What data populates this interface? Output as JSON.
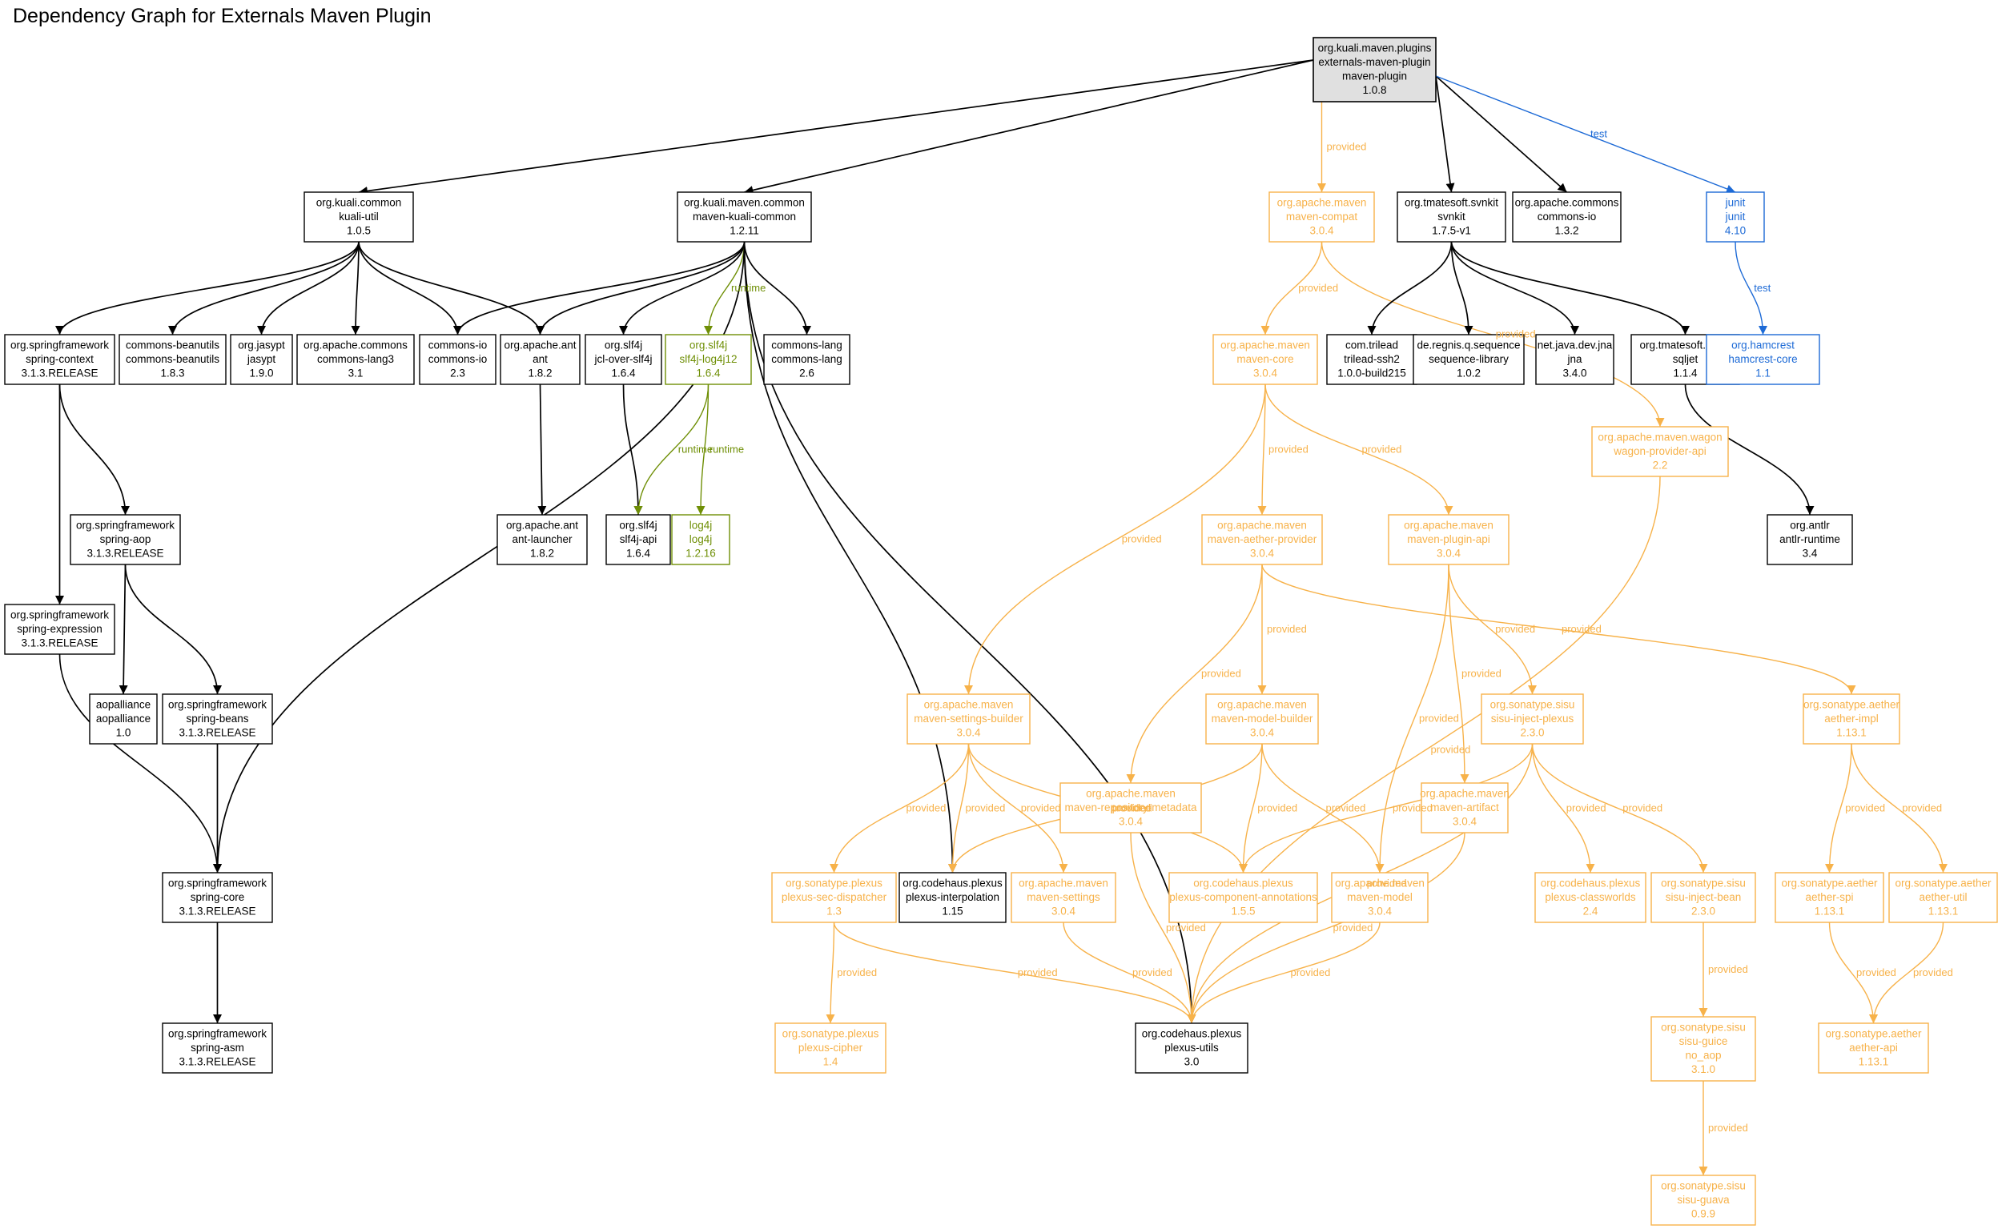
{
  "title": "Dependency Graph for Externals Maven Plugin",
  "colors": {
    "compile": "#000000",
    "provided": "#f7b24a",
    "runtime": "#6f8f06",
    "test": "#1d6ad6",
    "root_fill": "#e0e0e0"
  },
  "nodes": [
    {
      "id": "root",
      "scope": "root",
      "lines": [
        "org.kuali.maven.plugins",
        "externals-maven-plugin",
        "maven-plugin",
        "1.0.8"
      ]
    },
    {
      "id": "kuali-util",
      "scope": "compile",
      "lines": [
        "org.kuali.common",
        "kuali-util",
        "1.0.5"
      ]
    },
    {
      "id": "maven-kuali-common",
      "scope": "compile",
      "lines": [
        "org.kuali.maven.common",
        "maven-kuali-common",
        "1.2.11"
      ]
    },
    {
      "id": "maven-compat",
      "scope": "provided",
      "lines": [
        "org.apache.maven",
        "maven-compat",
        "3.0.4"
      ]
    },
    {
      "id": "svnkit",
      "scope": "compile",
      "lines": [
        "org.tmatesoft.svnkit",
        "svnkit",
        "1.7.5-v1"
      ]
    },
    {
      "id": "commons-io-132",
      "scope": "compile",
      "lines": [
        "org.apache.commons",
        "commons-io",
        "1.3.2"
      ]
    },
    {
      "id": "junit",
      "scope": "test",
      "lines": [
        "junit",
        "junit",
        "4.10"
      ]
    },
    {
      "id": "spring-context",
      "scope": "compile",
      "lines": [
        "org.springframework",
        "spring-context",
        "3.1.3.RELEASE"
      ]
    },
    {
      "id": "commons-beanutils",
      "scope": "compile",
      "lines": [
        "commons-beanutils",
        "commons-beanutils",
        "1.8.3"
      ]
    },
    {
      "id": "jasypt",
      "scope": "compile",
      "lines": [
        "org.jasypt",
        "jasypt",
        "1.9.0"
      ]
    },
    {
      "id": "commons-lang3",
      "scope": "compile",
      "lines": [
        "org.apache.commons",
        "commons-lang3",
        "3.1"
      ]
    },
    {
      "id": "commons-io-23",
      "scope": "compile",
      "lines": [
        "commons-io",
        "commons-io",
        "2.3"
      ]
    },
    {
      "id": "ant",
      "scope": "compile",
      "lines": [
        "org.apache.ant",
        "ant",
        "1.8.2"
      ]
    },
    {
      "id": "jcl-over-slf4j",
      "scope": "compile",
      "lines": [
        "org.slf4j",
        "jcl-over-slf4j",
        "1.6.4"
      ]
    },
    {
      "id": "slf4j-log4j12",
      "scope": "runtime",
      "lines": [
        "org.slf4j",
        "slf4j-log4j12",
        "1.6.4"
      ]
    },
    {
      "id": "commons-lang",
      "scope": "compile",
      "lines": [
        "commons-lang",
        "commons-lang",
        "2.6"
      ]
    },
    {
      "id": "maven-core",
      "scope": "provided",
      "lines": [
        "org.apache.maven",
        "maven-core",
        "3.0.4"
      ]
    },
    {
      "id": "trilead-ssh2",
      "scope": "compile",
      "lines": [
        "com.trilead",
        "trilead-ssh2",
        "1.0.0-build215"
      ]
    },
    {
      "id": "sequence-library",
      "scope": "compile",
      "lines": [
        "de.regnis.q.sequence",
        "sequence-library",
        "1.0.2"
      ]
    },
    {
      "id": "jna",
      "scope": "compile",
      "lines": [
        "net.java.dev.jna",
        "jna",
        "3.4.0"
      ]
    },
    {
      "id": "sqljet",
      "scope": "compile",
      "lines": [
        "org.tmatesoft.sqljet",
        "sqljet",
        "1.1.4"
      ]
    },
    {
      "id": "hamcrest-core",
      "scope": "test",
      "lines": [
        "org.hamcrest",
        "hamcrest-core",
        "1.1"
      ]
    },
    {
      "id": "wagon-provider-api",
      "scope": "provided",
      "lines": [
        "org.apache.maven.wagon",
        "wagon-provider-api",
        "2.2"
      ]
    },
    {
      "id": "spring-aop",
      "scope": "compile",
      "lines": [
        "org.springframework",
        "spring-aop",
        "3.1.3.RELEASE"
      ]
    },
    {
      "id": "ant-launcher",
      "scope": "compile",
      "lines": [
        "org.apache.ant",
        "ant-launcher",
        "1.8.2"
      ]
    },
    {
      "id": "slf4j-api",
      "scope": "compile",
      "lines": [
        "org.slf4j",
        "slf4j-api",
        "1.6.4"
      ]
    },
    {
      "id": "log4j",
      "scope": "runtime",
      "lines": [
        "log4j",
        "log4j",
        "1.2.16"
      ]
    },
    {
      "id": "maven-aether-provider",
      "scope": "provided",
      "lines": [
        "org.apache.maven",
        "maven-aether-provider",
        "3.0.4"
      ]
    },
    {
      "id": "maven-plugin-api",
      "scope": "provided",
      "lines": [
        "org.apache.maven",
        "maven-plugin-api",
        "3.0.4"
      ]
    },
    {
      "id": "antlr-runtime",
      "scope": "compile",
      "lines": [
        "org.antlr",
        "antlr-runtime",
        "3.4"
      ]
    },
    {
      "id": "spring-expression",
      "scope": "compile",
      "lines": [
        "org.springframework",
        "spring-expression",
        "3.1.3.RELEASE"
      ]
    },
    {
      "id": "aopalliance",
      "scope": "compile",
      "lines": [
        "aopalliance",
        "aopalliance",
        "1.0"
      ]
    },
    {
      "id": "spring-beans",
      "scope": "compile",
      "lines": [
        "org.springframework",
        "spring-beans",
        "3.1.3.RELEASE"
      ]
    },
    {
      "id": "maven-settings-builder",
      "scope": "provided",
      "lines": [
        "org.apache.maven",
        "maven-settings-builder",
        "3.0.4"
      ]
    },
    {
      "id": "maven-model-builder",
      "scope": "provided",
      "lines": [
        "org.apache.maven",
        "maven-model-builder",
        "3.0.4"
      ]
    },
    {
      "id": "sisu-inject-plexus",
      "scope": "provided",
      "lines": [
        "org.sonatype.sisu",
        "sisu-inject-plexus",
        "2.3.0"
      ]
    },
    {
      "id": "aether-impl",
      "scope": "provided",
      "lines": [
        "org.sonatype.aether",
        "aether-impl",
        "1.13.1"
      ]
    },
    {
      "id": "maven-repository-metadata",
      "scope": "provided",
      "lines": [
        "org.apache.maven",
        "maven-repository-metadata",
        "3.0.4"
      ]
    },
    {
      "id": "maven-artifact",
      "scope": "provided",
      "lines": [
        "org.apache.maven",
        "maven-artifact",
        "3.0.4"
      ]
    },
    {
      "id": "spring-core",
      "scope": "compile",
      "lines": [
        "org.springframework",
        "spring-core",
        "3.1.3.RELEASE"
      ]
    },
    {
      "id": "plexus-sec-dispatcher",
      "scope": "provided",
      "lines": [
        "org.sonatype.plexus",
        "plexus-sec-dispatcher",
        "1.3"
      ]
    },
    {
      "id": "plexus-interpolation",
      "scope": "compile",
      "lines": [
        "org.codehaus.plexus",
        "plexus-interpolation",
        "1.15"
      ]
    },
    {
      "id": "maven-settings",
      "scope": "provided",
      "lines": [
        "org.apache.maven",
        "maven-settings",
        "3.0.4"
      ]
    },
    {
      "id": "plexus-component-annotations",
      "scope": "provided",
      "lines": [
        "org.codehaus.plexus",
        "plexus-component-annotations",
        "1.5.5"
      ]
    },
    {
      "id": "maven-model",
      "scope": "provided",
      "lines": [
        "org.apache.maven",
        "maven-model",
        "3.0.4"
      ]
    },
    {
      "id": "plexus-classworlds",
      "scope": "provided",
      "lines": [
        "org.codehaus.plexus",
        "plexus-classworlds",
        "2.4"
      ]
    },
    {
      "id": "sisu-inject-bean",
      "scope": "provided",
      "lines": [
        "org.sonatype.sisu",
        "sisu-inject-bean",
        "2.3.0"
      ]
    },
    {
      "id": "aether-spi",
      "scope": "provided",
      "lines": [
        "org.sonatype.aether",
        "aether-spi",
        "1.13.1"
      ]
    },
    {
      "id": "aether-util",
      "scope": "provided",
      "lines": [
        "org.sonatype.aether",
        "aether-util",
        "1.13.1"
      ]
    },
    {
      "id": "spring-asm",
      "scope": "compile",
      "lines": [
        "org.springframework",
        "spring-asm",
        "3.1.3.RELEASE"
      ]
    },
    {
      "id": "plexus-cipher",
      "scope": "provided",
      "lines": [
        "org.sonatype.plexus",
        "plexus-cipher",
        "1.4"
      ]
    },
    {
      "id": "plexus-utils",
      "scope": "compile",
      "lines": [
        "org.codehaus.plexus",
        "plexus-utils",
        "3.0"
      ]
    },
    {
      "id": "sisu-guice",
      "scope": "provided",
      "lines": [
        "org.sonatype.sisu",
        "sisu-guice",
        "no_aop",
        "3.1.0"
      ]
    },
    {
      "id": "aether-api",
      "scope": "provided",
      "lines": [
        "org.sonatype.aether",
        "aether-api",
        "1.13.1"
      ]
    },
    {
      "id": "sisu-guava",
      "scope": "provided",
      "lines": [
        "org.sonatype.sisu",
        "sisu-guava",
        "0.9.9"
      ]
    }
  ],
  "edges": [
    {
      "from": "root",
      "to": "kuali-util",
      "scope": "compile"
    },
    {
      "from": "root",
      "to": "maven-kuali-common",
      "scope": "compile"
    },
    {
      "from": "root",
      "to": "maven-compat",
      "scope": "provided",
      "label": "provided"
    },
    {
      "from": "root",
      "to": "svnkit",
      "scope": "compile"
    },
    {
      "from": "root",
      "to": "commons-io-132",
      "scope": "compile"
    },
    {
      "from": "root",
      "to": "junit",
      "scope": "test",
      "label": "test"
    },
    {
      "from": "kuali-util",
      "to": "spring-context",
      "scope": "compile"
    },
    {
      "from": "kuali-util",
      "to": "commons-beanutils",
      "scope": "compile"
    },
    {
      "from": "kuali-util",
      "to": "jasypt",
      "scope": "compile"
    },
    {
      "from": "kuali-util",
      "to": "commons-lang3",
      "scope": "compile"
    },
    {
      "from": "kuali-util",
      "to": "commons-io-23",
      "scope": "compile"
    },
    {
      "from": "kuali-util",
      "to": "ant",
      "scope": "compile"
    },
    {
      "from": "maven-kuali-common",
      "to": "commons-io-23",
      "scope": "compile"
    },
    {
      "from": "maven-kuali-common",
      "to": "ant",
      "scope": "compile"
    },
    {
      "from": "maven-kuali-common",
      "to": "jcl-over-slf4j",
      "scope": "compile"
    },
    {
      "from": "maven-kuali-common",
      "to": "slf4j-log4j12",
      "scope": "runtime",
      "label": "runtime"
    },
    {
      "from": "maven-kuali-common",
      "to": "commons-lang",
      "scope": "compile"
    },
    {
      "from": "maven-kuali-common",
      "to": "plexus-interpolation",
      "scope": "compile"
    },
    {
      "from": "maven-kuali-common",
      "to": "spring-core",
      "scope": "compile"
    },
    {
      "from": "maven-kuali-common",
      "to": "plexus-utils",
      "scope": "compile"
    },
    {
      "from": "maven-compat",
      "to": "maven-core",
      "scope": "provided",
      "label": "provided"
    },
    {
      "from": "maven-compat",
      "to": "wagon-provider-api",
      "scope": "provided",
      "label": "provided"
    },
    {
      "from": "svnkit",
      "to": "trilead-ssh2",
      "scope": "compile"
    },
    {
      "from": "svnkit",
      "to": "sequence-library",
      "scope": "compile"
    },
    {
      "from": "svnkit",
      "to": "jna",
      "scope": "compile"
    },
    {
      "from": "svnkit",
      "to": "sqljet",
      "scope": "compile"
    },
    {
      "from": "junit",
      "to": "hamcrest-core",
      "scope": "test",
      "label": "test"
    },
    {
      "from": "spring-context",
      "to": "spring-aop",
      "scope": "compile"
    },
    {
      "from": "spring-context",
      "to": "spring-expression",
      "scope": "compile"
    },
    {
      "from": "ant",
      "to": "ant-launcher",
      "scope": "compile"
    },
    {
      "from": "jcl-over-slf4j",
      "to": "slf4j-api",
      "scope": "compile"
    },
    {
      "from": "slf4j-log4j12",
      "to": "slf4j-api",
      "scope": "runtime",
      "label": "runtime"
    },
    {
      "from": "slf4j-log4j12",
      "to": "log4j",
      "scope": "runtime",
      "label": "runtime"
    },
    {
      "from": "maven-core",
      "to": "maven-settings-builder",
      "scope": "provided",
      "label": "provided"
    },
    {
      "from": "maven-core",
      "to": "maven-aether-provider",
      "scope": "provided",
      "label": "provided"
    },
    {
      "from": "maven-core",
      "to": "maven-plugin-api",
      "scope": "provided",
      "label": "provided"
    },
    {
      "from": "sqljet",
      "to": "antlr-runtime",
      "scope": "compile"
    },
    {
      "from": "wagon-provider-api",
      "to": "plexus-utils",
      "scope": "provided",
      "label": "provided"
    },
    {
      "from": "spring-aop",
      "to": "aopalliance",
      "scope": "compile"
    },
    {
      "from": "spring-aop",
      "to": "spring-beans",
      "scope": "compile"
    },
    {
      "from": "spring-expression",
      "to": "spring-core",
      "scope": "compile"
    },
    {
      "from": "spring-beans",
      "to": "spring-core",
      "scope": "compile"
    },
    {
      "from": "maven-aether-provider",
      "to": "maven-repository-metadata",
      "scope": "provided",
      "label": "provided"
    },
    {
      "from": "maven-aether-provider",
      "to": "maven-model-builder",
      "scope": "provided",
      "label": "provided"
    },
    {
      "from": "maven-aether-provider",
      "to": "aether-impl",
      "scope": "provided",
      "label": "provided"
    },
    {
      "from": "maven-plugin-api",
      "to": "maven-model",
      "scope": "provided",
      "label": "provided"
    },
    {
      "from": "maven-plugin-api",
      "to": "maven-artifact",
      "scope": "provided",
      "label": "provided"
    },
    {
      "from": "maven-plugin-api",
      "to": "sisu-inject-plexus",
      "scope": "provided",
      "label": "provided"
    },
    {
      "from": "maven-settings-builder",
      "to": "plexus-sec-dispatcher",
      "scope": "provided",
      "label": "provided"
    },
    {
      "from": "maven-settings-builder",
      "to": "plexus-interpolation",
      "scope": "provided",
      "label": "provided"
    },
    {
      "from": "maven-settings-builder",
      "to": "maven-settings",
      "scope": "provided",
      "label": "provided"
    },
    {
      "from": "maven-settings-builder",
      "to": "plexus-component-annotations",
      "scope": "provided",
      "label": "provided"
    },
    {
      "from": "maven-model-builder",
      "to": "plexus-interpolation",
      "scope": "provided",
      "label": "provided"
    },
    {
      "from": "maven-model-builder",
      "to": "plexus-component-annotations",
      "scope": "provided",
      "label": "provided"
    },
    {
      "from": "maven-model-builder",
      "to": "maven-model",
      "scope": "provided",
      "label": "provided"
    },
    {
      "from": "sisu-inject-plexus",
      "to": "plexus-component-annotations",
      "scope": "provided",
      "label": "provided"
    },
    {
      "from": "sisu-inject-plexus",
      "to": "plexus-classworlds",
      "scope": "provided",
      "label": "provided"
    },
    {
      "from": "sisu-inject-plexus",
      "to": "sisu-inject-bean",
      "scope": "provided",
      "label": "provided"
    },
    {
      "from": "sisu-inject-plexus",
      "to": "plexus-utils",
      "scope": "provided",
      "label": "provided"
    },
    {
      "from": "aether-impl",
      "to": "aether-spi",
      "scope": "provided",
      "label": "provided"
    },
    {
      "from": "aether-impl",
      "to": "aether-util",
      "scope": "provided",
      "label": "provided"
    },
    {
      "from": "maven-repository-metadata",
      "to": "plexus-utils",
      "scope": "provided",
      "label": "provided"
    },
    {
      "from": "maven-artifact",
      "to": "plexus-utils",
      "scope": "provided",
      "label": "provided"
    },
    {
      "from": "spring-core",
      "to": "spring-asm",
      "scope": "compile"
    },
    {
      "from": "plexus-sec-dispatcher",
      "to": "plexus-cipher",
      "scope": "provided",
      "label": "provided"
    },
    {
      "from": "plexus-sec-dispatcher",
      "to": "plexus-utils",
      "scope": "provided",
      "label": "provided"
    },
    {
      "from": "maven-settings",
      "to": "plexus-utils",
      "scope": "provided",
      "label": "provided"
    },
    {
      "from": "maven-model",
      "to": "plexus-utils",
      "scope": "provided",
      "label": "provided"
    },
    {
      "from": "sisu-inject-bean",
      "to": "sisu-guice",
      "scope": "provided",
      "label": "provided"
    },
    {
      "from": "aether-spi",
      "to": "aether-api",
      "scope": "provided",
      "label": "provided"
    },
    {
      "from": "aether-util",
      "to": "aether-api",
      "scope": "provided",
      "label": "provided"
    },
    {
      "from": "sisu-guice",
      "to": "sisu-guava",
      "scope": "provided",
      "label": "provided"
    }
  ]
}
